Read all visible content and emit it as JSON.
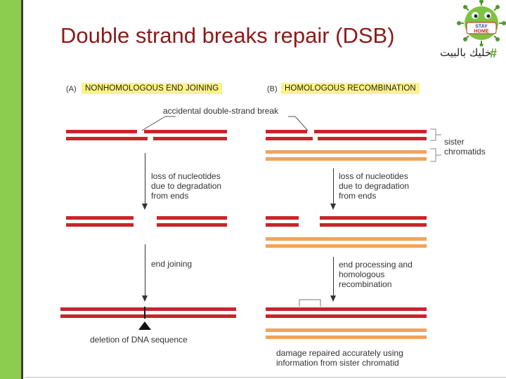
{
  "slide": {
    "title": "Double strand breaks repair (DSB)",
    "hashtag_text": "خليك بالبيت",
    "hashtag_symbol": "#",
    "logo_text_line1": "STAY",
    "logo_text_line2": "HOME"
  },
  "panel_a": {
    "tag": "(A)",
    "title": "NONHOMOLOGOUS END JOINING",
    "break_label": "accidental double-strand break",
    "step1_label": "loss of nucleotides\ndue to degradation\nfrom ends",
    "step2_label": "end joining",
    "result_label": "deletion of DNA sequence"
  },
  "panel_b": {
    "tag": "(B)",
    "title": "HOMOLOGOUS RECOMBINATION",
    "sister_label": "sister\nchromatids",
    "step1_label": "loss of nucleotides\ndue to degradation\nfrom ends",
    "step2_label": "end processing and\nhomologous\nrecombination",
    "result_label": "damage repaired accurately using\ninformation from sister chromatid"
  },
  "colors": {
    "title": "#8b1a1a",
    "sidebar": "#8ccc4e",
    "highlight": "#fdf28a",
    "dna_red": "#c9242b",
    "dna_orange": "#f2a35a"
  }
}
